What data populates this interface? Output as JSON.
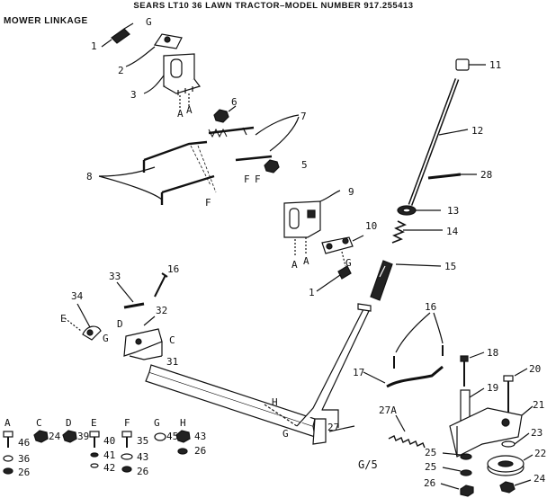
{
  "title": "SEARS LT10 36 LAWN TRACTOR–MODEL NUMBER 917.255413",
  "section": "MOWER LINKAGE",
  "page_code": "G/5",
  "colors": {
    "ink": "#111111",
    "paper": "#ffffff"
  },
  "callouts": {
    "c1a": "1",
    "c1b": "1",
    "c2": "2",
    "c3": "3",
    "c5": "5",
    "c6": "6",
    "c7": "7",
    "c8": "8",
    "c9": "9",
    "c10": "10",
    "c11": "11",
    "c12": "12",
    "c13": "13",
    "c14": "14",
    "c15": "15",
    "c16a": "16",
    "c16b": "16",
    "c17": "17",
    "c18": "18",
    "c19": "19",
    "c20": "20",
    "c21": "21",
    "c22": "22",
    "c23": "23",
    "c24": "24",
    "c25a": "25",
    "c25b": "25",
    "c26": "26",
    "c27": "27",
    "c27a": "27A",
    "c28": "28",
    "c31": "31",
    "c32": "32",
    "c33": "33",
    "c34": "34"
  },
  "ref_letters": {
    "g_top": "G",
    "a1": "A",
    "a2": "A",
    "f1": "F",
    "f2": "F",
    "f3": "F",
    "a3": "A",
    "a4": "A",
    "g2": "G",
    "e1": "E",
    "d1": "D",
    "c1": "C",
    "g3": "G",
    "h1": "H",
    "g4": "G"
  },
  "hardware_key": [
    {
      "letter": "A",
      "parts": [
        "46",
        "36",
        "26"
      ]
    },
    {
      "letter": "C",
      "parts": [
        "24"
      ]
    },
    {
      "letter": "D",
      "parts": [
        "39"
      ]
    },
    {
      "letter": "E",
      "parts": [
        "40",
        "41",
        "42"
      ]
    },
    {
      "letter": "F",
      "parts": [
        "35",
        "43",
        "26"
      ]
    },
    {
      "letter": "G",
      "parts": [
        "45"
      ]
    },
    {
      "letter": "H",
      "parts": [
        "43",
        "26"
      ]
    }
  ]
}
